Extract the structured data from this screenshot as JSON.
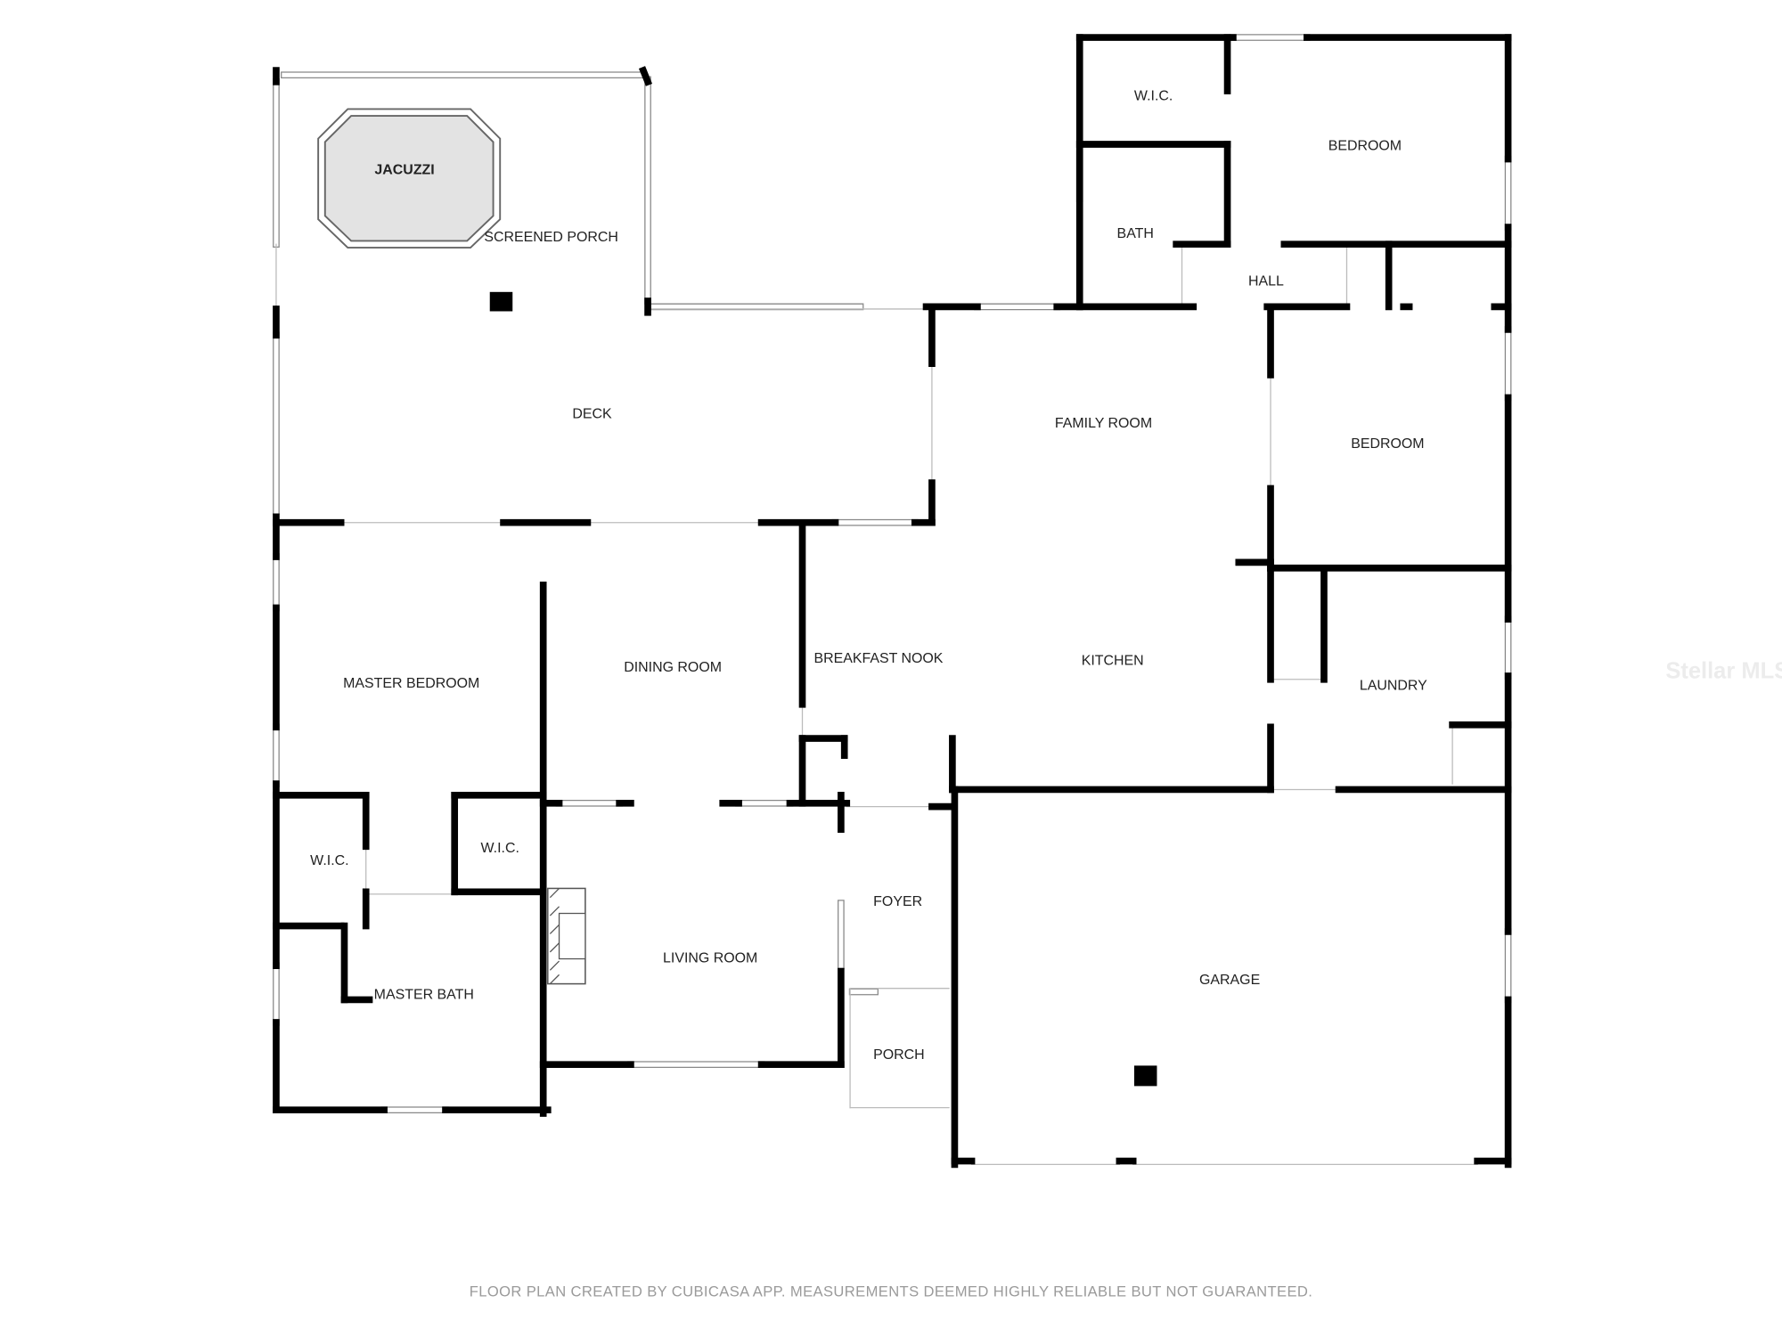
{
  "floor_plan": {
    "rooms": {
      "jacuzzi": "JACUZZI",
      "screened_porch": "SCREENED PORCH",
      "deck": "DECK",
      "wic_upper": "W.I.C.",
      "bedroom_upper": "BEDROOM",
      "bath": "BATH",
      "hall": "HALL",
      "family_room": "FAMILY ROOM",
      "bedroom_right": "BEDROOM",
      "master_bedroom": "MASTER BEDROOM",
      "dining_room": "DINING ROOM",
      "breakfast_nook": "BREAKFAST NOOK",
      "kitchen": "KITCHEN",
      "laundry": "LAUNDRY",
      "wic_left": "W.I.C.",
      "wic_right": "W.I.C.",
      "foyer": "FOYER",
      "living_room": "LIVING ROOM",
      "master_bath": "MASTER BATH",
      "porch": "PORCH",
      "garage": "GARAGE"
    },
    "watermark": "Stellar MLS",
    "footer": "FLOOR PLAN CREATED BY CUBICASA APP. MEASUREMENTS DEEMED HIGHLY RELIABLE BUT NOT GUARANTEED."
  }
}
